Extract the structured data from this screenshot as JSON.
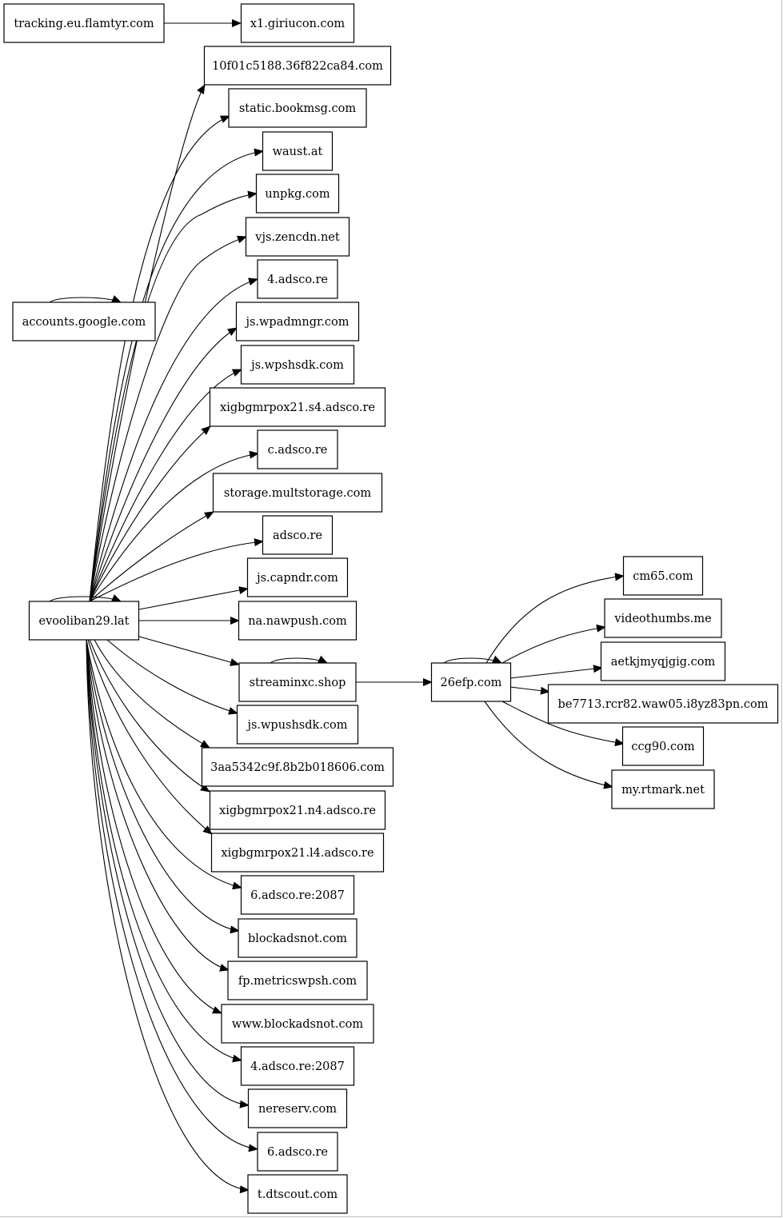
{
  "graph": {
    "nodes": {
      "tracking": "tracking.eu.flamtyr.com",
      "x1": "x1.giriucon.com",
      "n10f": "10f01c5188.36f822ca84.com",
      "static": "static.bookmsg.com",
      "waust": "waust.at",
      "unpkg": "unpkg.com",
      "vjs": "vjs.zencdn.net",
      "adsco4": "4.adsco.re",
      "accounts": "accounts.google.com",
      "wpadmngr": "js.wpadmngr.com",
      "wpshsdk": "js.wpshsdk.com",
      "s4": "xigbgmrpox21.s4.adsco.re",
      "cadsco": "c.adsco.re",
      "storage": "storage.multstorage.com",
      "adsco": "adsco.re",
      "capndr": "js.capndr.com",
      "evooliban": "evooliban29.lat",
      "nawpush": "na.nawpush.com",
      "streaminxc": "streaminxc.shop",
      "efp": "26efp.com",
      "wpushsdk": "js.wpushsdk.com",
      "n3aa": "3aa5342c9f.8b2b018606.com",
      "n4": "xigbgmrpox21.n4.adsco.re",
      "l4": "xigbgmrpox21.l4.adsco.re",
      "adsco6p": "6.adsco.re:2087",
      "blockadsnot": "blockadsnot.com",
      "metrics": "fp.metricswpsh.com",
      "wwwblock": "www.blockadsnot.com",
      "adsco4p": "4.adsco.re:2087",
      "nereserv": "nereserv.com",
      "adsco6": "6.adsco.re",
      "dtscout": "t.dtscout.com",
      "cm65": "cm65.com",
      "videothumbs": "videothumbs.me",
      "aetk": "aetkjmyqjgig.com",
      "be77": "be7713.rcr82.waw05.i8yz83pn.com",
      "ccg90": "ccg90.com",
      "rtmark": "my.rtmark.net"
    },
    "edges": [
      [
        "tracking",
        "x1"
      ],
      [
        "accounts",
        "accounts"
      ],
      [
        "evooliban",
        "evooliban"
      ],
      [
        "evooliban",
        "n10f"
      ],
      [
        "evooliban",
        "static"
      ],
      [
        "evooliban",
        "waust"
      ],
      [
        "evooliban",
        "unpkg"
      ],
      [
        "evooliban",
        "vjs"
      ],
      [
        "evooliban",
        "adsco4"
      ],
      [
        "evooliban",
        "wpadmngr"
      ],
      [
        "evooliban",
        "wpshsdk"
      ],
      [
        "evooliban",
        "s4"
      ],
      [
        "evooliban",
        "cadsco"
      ],
      [
        "evooliban",
        "storage"
      ],
      [
        "evooliban",
        "adsco"
      ],
      [
        "evooliban",
        "capndr"
      ],
      [
        "evooliban",
        "nawpush"
      ],
      [
        "evooliban",
        "streaminxc"
      ],
      [
        "evooliban",
        "wpushsdk"
      ],
      [
        "evooliban",
        "n3aa"
      ],
      [
        "evooliban",
        "n4"
      ],
      [
        "evooliban",
        "l4"
      ],
      [
        "evooliban",
        "adsco6p"
      ],
      [
        "evooliban",
        "blockadsnot"
      ],
      [
        "evooliban",
        "metrics"
      ],
      [
        "evooliban",
        "wwwblock"
      ],
      [
        "evooliban",
        "adsco4p"
      ],
      [
        "evooliban",
        "nereserv"
      ],
      [
        "evooliban",
        "adsco6"
      ],
      [
        "evooliban",
        "dtscout"
      ],
      [
        "streaminxc",
        "streaminxc"
      ],
      [
        "streaminxc",
        "efp"
      ],
      [
        "efp",
        "efp"
      ],
      [
        "efp",
        "cm65"
      ],
      [
        "efp",
        "videothumbs"
      ],
      [
        "efp",
        "aetk"
      ],
      [
        "efp",
        "be77"
      ],
      [
        "efp",
        "ccg90"
      ],
      [
        "efp",
        "rtmark"
      ]
    ]
  }
}
